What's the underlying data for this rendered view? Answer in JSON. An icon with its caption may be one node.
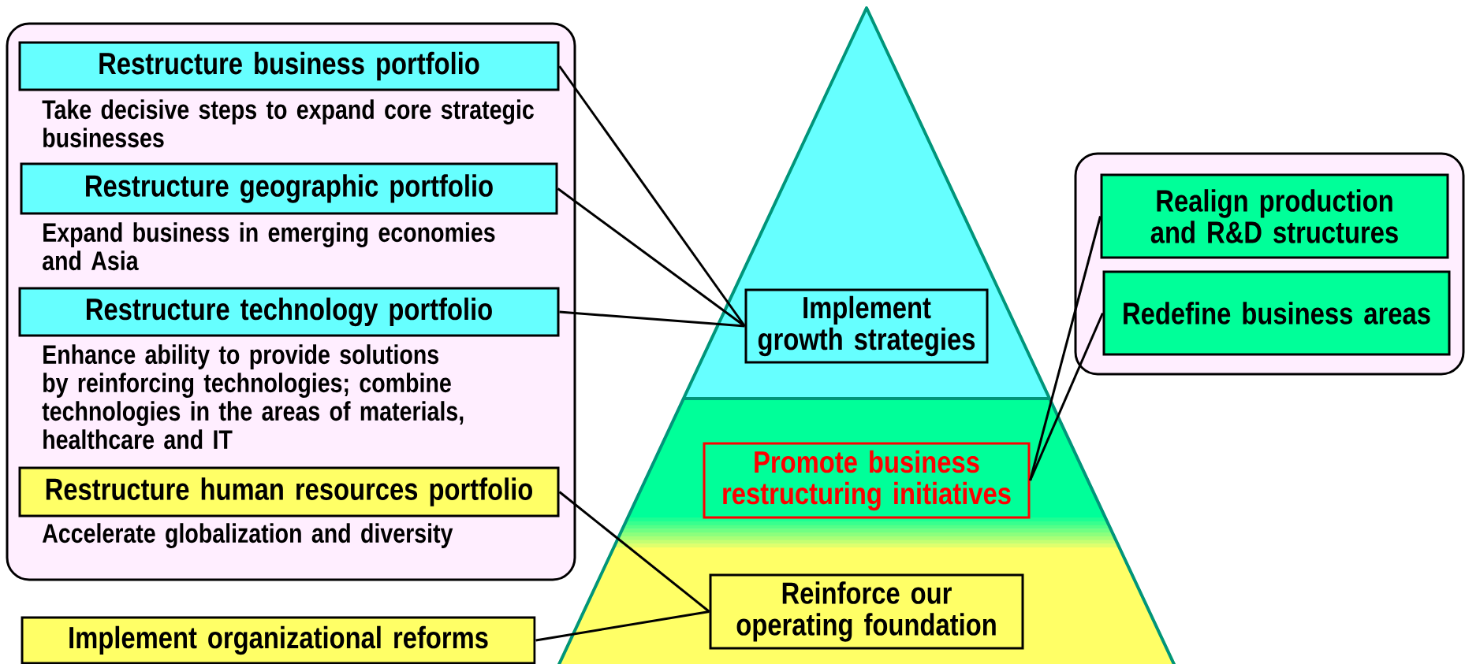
{
  "diagram": {
    "nodes": [
      {
        "text": [],
        "shape": "box"
      },
      {
        "text": [
          "Restructure business portfolio"
        ],
        "in": 0,
        "beside": [
          "Take decisive steps to expand core strategic businesses"
        ]
      },
      {
        "text": [
          "Restructure geographic portfolio"
        ],
        "in": 0,
        "beside": [
          "Expand business in emerging economies and Asia"
        ]
      },
      {
        "text": [
          "Restructure technology portfolio"
        ],
        "in": 0,
        "beside": [
          "Enhance ability to provide solutions by reinforcing technologies; combine technologies in the areas of materials, healthcare and IT"
        ]
      },
      {
        "text": [
          "Restructure human resources portfolio"
        ],
        "in": 0,
        "beside": [
          "Accelerate globalization and diversity"
        ]
      },
      {
        "text": [
          "Implement organizational reforms"
        ]
      },
      {
        "text": [
          "Implement growth strategies"
        ]
      },
      {
        "text": [
          "Promote business restructuring initiatives"
        ]
      },
      {
        "text": [
          "Reinforce our operating foundation"
        ]
      },
      {
        "text": [],
        "shape": "box"
      },
      {
        "text": [
          "Realign production and R&D structures"
        ],
        "in": 9
      },
      {
        "text": [
          "Redefine business areas"
        ],
        "in": 9
      }
    ],
    "edges": [
      {
        "from": 1,
        "to": 6,
        "arrow": "none"
      },
      {
        "from": 2,
        "to": 6,
        "arrow": "none"
      },
      {
        "from": 3,
        "to": 6,
        "arrow": "none"
      },
      {
        "from": 4,
        "to": 8,
        "arrow": "none"
      },
      {
        "from": 5,
        "to": 8,
        "arrow": "none"
      },
      {
        "from": 10,
        "to": 7,
        "arrow": "none"
      },
      {
        "from": 11,
        "to": 7,
        "arrow": "none"
      }
    ]
  }
}
